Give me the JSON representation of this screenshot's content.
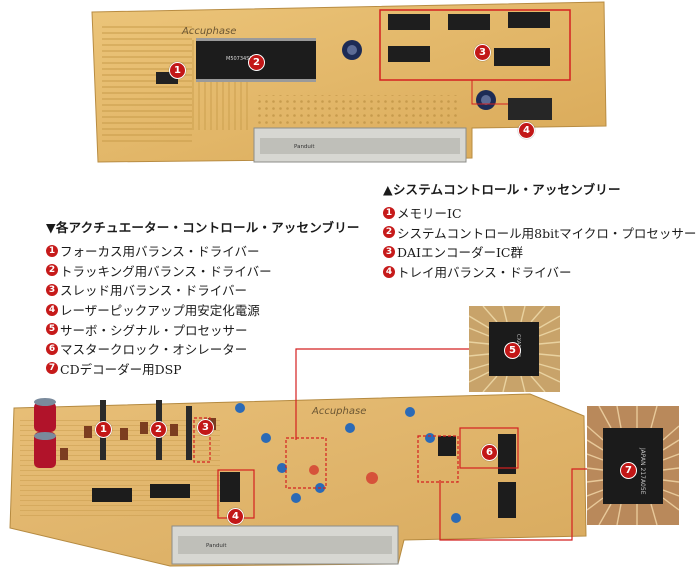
{
  "top_board": {
    "logo": "Accuphase",
    "callouts": [
      "1",
      "2",
      "3",
      "4"
    ]
  },
  "system_assembly": {
    "title": "▲システムコントロール・アッセンブリー",
    "items": [
      {
        "num": "1",
        "label": "メモリーIC"
      },
      {
        "num": "2",
        "label": "システムコントロール用8bitマイクロ・プロセッサー"
      },
      {
        "num": "3",
        "label": "DAIエンコーダーIC群"
      },
      {
        "num": "4",
        "label": "トレイ用バランス・ドライバー"
      }
    ]
  },
  "actuator_assembly": {
    "title": "▼各アクチュエーター・コントロール・アッセンブリー",
    "items": [
      {
        "num": "1",
        "label": "フォーカス用バランス・ドライバー"
      },
      {
        "num": "2",
        "label": "トラッキング用バランス・ドライバー"
      },
      {
        "num": "3",
        "label": "スレッド用バランス・ドライバー"
      },
      {
        "num": "4",
        "label": "レーザーピックアップ用安定化電源"
      },
      {
        "num": "5",
        "label": "サーボ・シグナル・プロセッサー"
      },
      {
        "num": "6",
        "label": "マスタークロック・オシレーター"
      },
      {
        "num": "7",
        "label": "CDデコーダー用DSP"
      }
    ]
  },
  "bottom_board": {
    "logo": "Accuphase",
    "callouts": [
      "1",
      "2",
      "3",
      "4",
      "6"
    ]
  },
  "inset_5": {
    "callout": "5"
  },
  "inset_7": {
    "callout": "7"
  },
  "colors": {
    "pcb": "#e3b865",
    "accent_red": "#c21717",
    "connector": "#d7d7d2"
  }
}
